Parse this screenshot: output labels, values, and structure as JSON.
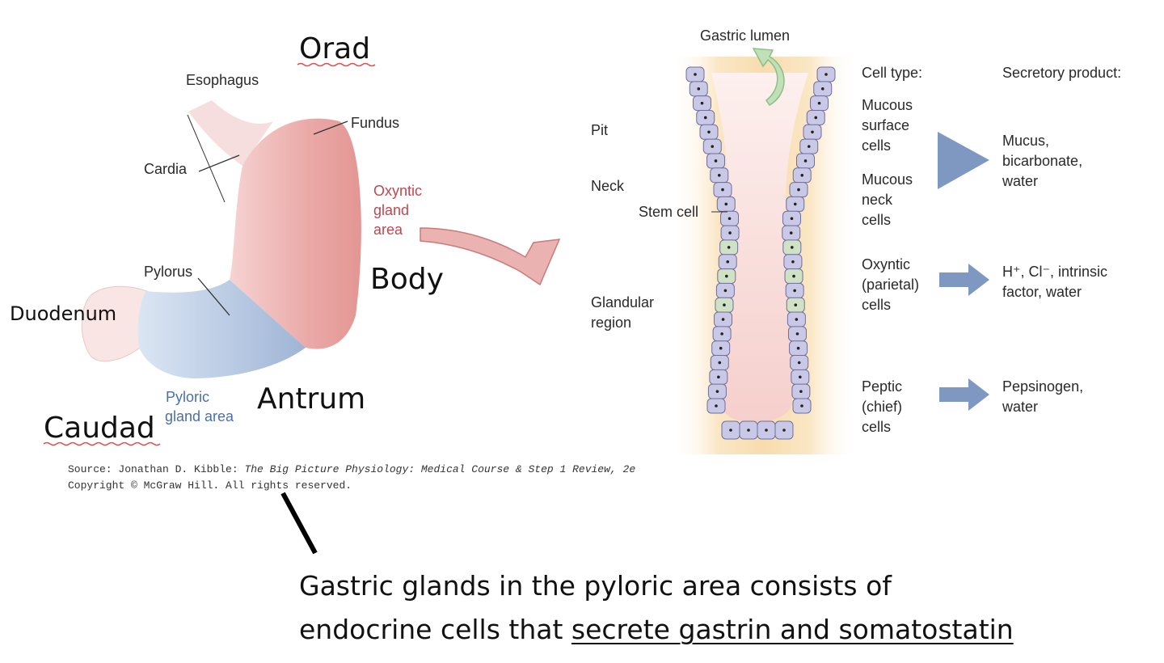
{
  "stomach": {
    "orad": "Orad",
    "esophagus": "Esophagus",
    "fundus": "Fundus",
    "cardia": "Cardia",
    "oxyntic_area": [
      "Oxyntic",
      "gland",
      "area"
    ],
    "body": "Body",
    "pylorus": "Pylorus",
    "duodenum": "Duodenum",
    "pyloric_area": [
      "Pyloric",
      "gland area"
    ],
    "antrum": "Antrum",
    "caudad": "Caudad"
  },
  "source": {
    "line1_prefix": "Source: Jonathan D. Kibble: ",
    "line1_title": "The Big Picture Physiology: Medical Course & Step 1 Review, 2e",
    "line2": "Copyright © McGraw Hill. All rights reserved."
  },
  "gland": {
    "lumen": "Gastric lumen",
    "pit": "Pit",
    "neck": "Neck",
    "stem_cell": "Stem cell",
    "glandular": [
      "Glandular",
      "region"
    ]
  },
  "table": {
    "cell_type_header": "Cell type:",
    "product_header": "Secretory product:",
    "rows": [
      {
        "cell": [
          "Mucous",
          "surface",
          "cells"
        ],
        "product": [
          "Mucus,",
          "bicarbonate,",
          "water"
        ]
      },
      {
        "cell": [
          "Mucous",
          "neck",
          "cells"
        ],
        "product": []
      },
      {
        "cell": [
          "Oxyntic",
          "(parietal)",
          "cells"
        ],
        "product": [
          "H⁺, Cl⁻, intrinsic",
          "factor, water"
        ]
      },
      {
        "cell": [
          "Peptic",
          "(chief)",
          "cells"
        ],
        "product": [
          "Pepsinogen,",
          "water"
        ]
      }
    ]
  },
  "caption": {
    "line1": "Gastric glands in the pyloric area consists of",
    "line2_prefix": "endocrine cells that ",
    "line2_underlined": "secrete gastrin and somatostatin"
  },
  "colors": {
    "stomach_pink": "#e9a7a5",
    "pyloric_blue": "#a9bfdc",
    "oxyntic_red": "#c0474f",
    "pyloric_text_blue": "#4a6fae",
    "cell_lavender": "#c9c8e6",
    "parietal_green": "#cfe2c6",
    "arrow_blue": "#7f98c2"
  }
}
